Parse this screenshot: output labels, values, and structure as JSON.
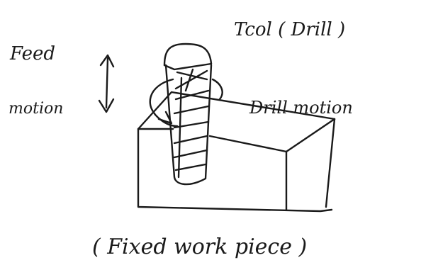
{
  "labels": {
    "tool": "Tcol ( Drill )",
    "drill_motion": "Drill motion",
    "feed": "Feed",
    "feed_motion": "motion",
    "workpiece": "( Fixed work piece )"
  },
  "colors": {
    "ink": "#1a1a1a",
    "paper": "#ffffff"
  }
}
